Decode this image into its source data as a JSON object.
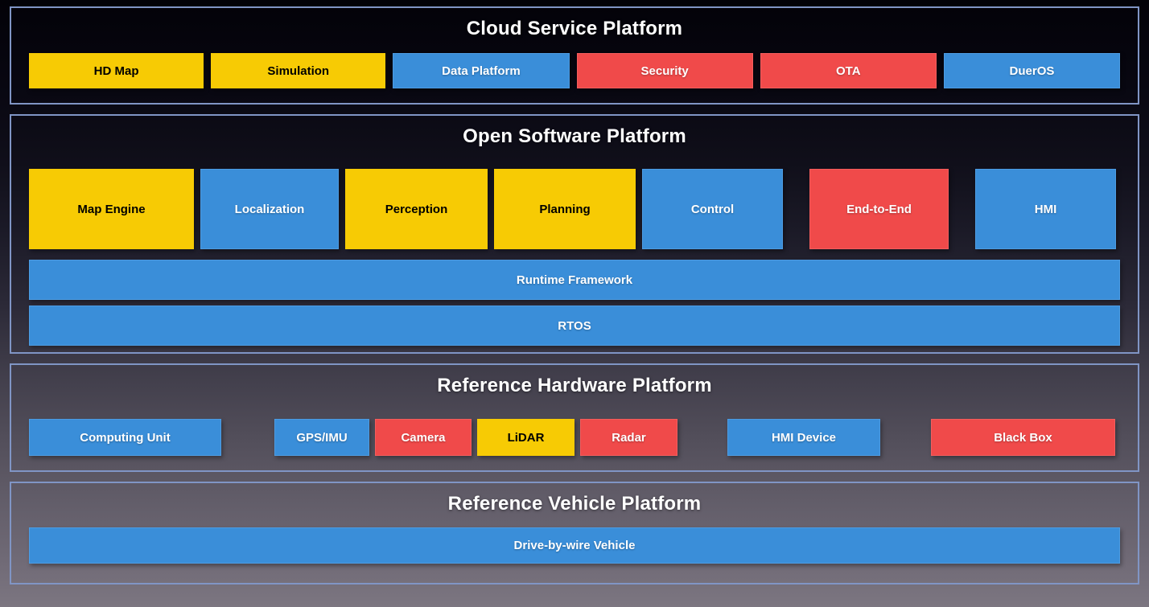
{
  "palette": {
    "yellow": "#F7CB04",
    "blue": "#3A8ED9",
    "red": "#F04A4A",
    "section_border": "#8095C5",
    "title_text": "#FFFFFF",
    "yellow_box_text": "#000000",
    "background_top": "#030208",
    "background_bottom": "#7C7681"
  },
  "sections": {
    "cloud": {
      "title": "Cloud Service Platform",
      "boxes": [
        {
          "label": "HD Map",
          "color": "yellow"
        },
        {
          "label": "Simulation",
          "color": "yellow"
        },
        {
          "label": "Data Platform",
          "color": "blue"
        },
        {
          "label": "Security",
          "color": "red"
        },
        {
          "label": "OTA",
          "color": "red"
        },
        {
          "label": "DuerOS",
          "color": "blue"
        }
      ]
    },
    "software": {
      "title": "Open Software Platform",
      "modules": [
        {
          "label": "Map Engine",
          "color": "yellow"
        },
        {
          "label": "Localization",
          "color": "blue"
        },
        {
          "label": "Perception",
          "color": "yellow"
        },
        {
          "label": "Planning",
          "color": "yellow"
        },
        {
          "label": "Control",
          "color": "blue"
        },
        {
          "label": "End-to-End",
          "color": "red"
        },
        {
          "label": "HMI",
          "color": "blue"
        }
      ],
      "layers": [
        {
          "label": "Runtime Framework",
          "color": "blue"
        },
        {
          "label": "RTOS",
          "color": "blue"
        }
      ]
    },
    "hardware": {
      "title": "Reference Hardware Platform",
      "boxes": [
        {
          "label": "Computing Unit",
          "color": "blue"
        },
        {
          "label": "GPS/IMU",
          "color": "blue"
        },
        {
          "label": "Camera",
          "color": "red"
        },
        {
          "label": "LiDAR",
          "color": "yellow"
        },
        {
          "label": "Radar",
          "color": "red"
        },
        {
          "label": "HMI Device",
          "color": "blue"
        },
        {
          "label": "Black Box",
          "color": "red"
        }
      ]
    },
    "vehicle": {
      "title": "Reference Vehicle Platform",
      "boxes": [
        {
          "label": "Drive-by-wire Vehicle",
          "color": "blue"
        }
      ]
    }
  }
}
